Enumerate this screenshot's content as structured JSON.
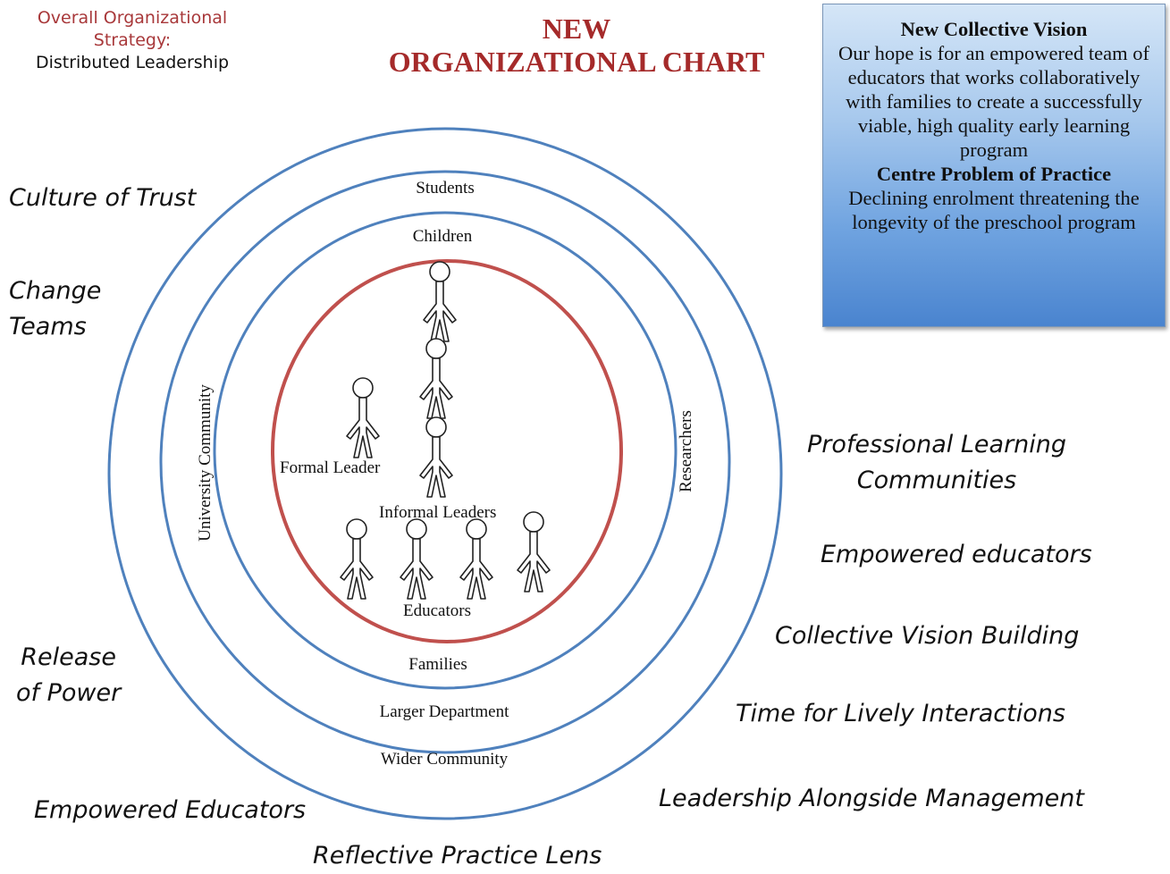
{
  "strategy": {
    "label": "Overall Organizational Strategy:",
    "value": "Distributed Leadership"
  },
  "title": {
    "line1": "NEW",
    "line2": "ORGANIZATIONAL CHART"
  },
  "vision_box": {
    "vision_heading": "New Collective Vision",
    "vision_text": "Our hope is for an empowered team of educators that works collaboratively with families to create a successfully viable, high quality early learning program",
    "problem_heading": "Centre Problem of Practice",
    "problem_text": "Declining enrolment threatening the longevity of the preschool program"
  },
  "left_labels": {
    "culture": "Culture of Trust",
    "change_1": "Change",
    "change_2": "Teams",
    "release_1": "Release",
    "release_2": "of Power",
    "empowered": "Empowered Educators"
  },
  "right_labels": {
    "plc_1": "Professional Learning",
    "plc_2": "Communities",
    "empowered": "Empowered educators",
    "vision": "Collective Vision Building",
    "time": "Time for Lively Interactions",
    "leadership": "Leadership Alongside Management"
  },
  "bottom_label": "Reflective Practice Lens",
  "rings": {
    "students": "Students",
    "children": "Children",
    "university": "University Community",
    "researchers": "Researchers",
    "families": "Families",
    "department": "Larger Department",
    "wider": "Wider Community"
  },
  "core": {
    "formal_leader": "Formal Leader",
    "informal_leaders": "Informal Leaders",
    "educators": "Educators"
  },
  "colors": {
    "ring_blue": "#4f81bd",
    "core_red": "#c0504d",
    "title_red": "#a52a2a",
    "box_blue": "#6fa3e0"
  }
}
